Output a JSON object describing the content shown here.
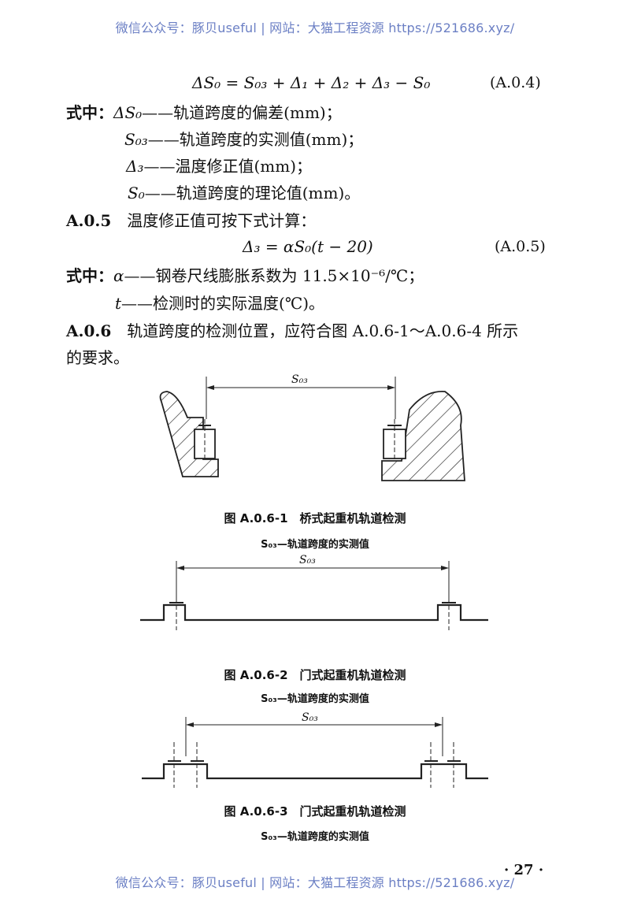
{
  "watermark": "微信公众号：豚贝useful | 网站：大猫工程资源 https://521686.xyz/",
  "eq_a04": {
    "formula": "ΔS₀ = S₀₃ + Δ₁ + Δ₂ + Δ₃ − S₀",
    "number": "(A.0.4)"
  },
  "defs1": {
    "intro": "式中：",
    "items": [
      {
        "sym": "ΔS₀",
        "text": "——轨道跨度的偏差(mm)；"
      },
      {
        "sym": "S₀₃",
        "text": "——轨道跨度的实测值(mm)；"
      },
      {
        "sym": "Δ₃",
        "text": "——温度修正值(mm)；"
      },
      {
        "sym": "S₀",
        "text": "——轨道跨度的理论值(mm)。"
      }
    ]
  },
  "clause_a05": {
    "num": "A.0.5",
    "text": "温度修正值可按下式计算："
  },
  "eq_a05": {
    "formula": "Δ₃ = αS₀(t − 20)",
    "number": "(A.0.5)"
  },
  "defs2": {
    "intro": "式中：",
    "items": [
      {
        "sym": "α",
        "text": "——钢卷尺线膨胀系数为 11.5×10⁻⁶/℃；"
      },
      {
        "sym": "t",
        "text": "——检测时的实际温度(℃)。"
      }
    ]
  },
  "clause_a06": {
    "num": "A.0.6",
    "line1": "轨道跨度的检测位置，应符合图 A.0.6-1～A.0.6-4 所示",
    "line2": "的要求。"
  },
  "figures": [
    {
      "dim_label": "S₀₃",
      "caption": "图 A.0.6-1　桥式起重机轨道检测",
      "subcaption": "S₀₃—轨道跨度的实测值"
    },
    {
      "dim_label": "S₀₃",
      "caption": "图 A.0.6-2　门式起重机轨道检测",
      "subcaption": "S₀₃—轨道跨度的实测值"
    },
    {
      "dim_label": "S₀₃",
      "caption": "图 A.0.6-3　门式起重机轨道检测",
      "subcaption": "S₀₃—轨道跨度的实测值"
    }
  ],
  "page_number": "· 27 ·"
}
